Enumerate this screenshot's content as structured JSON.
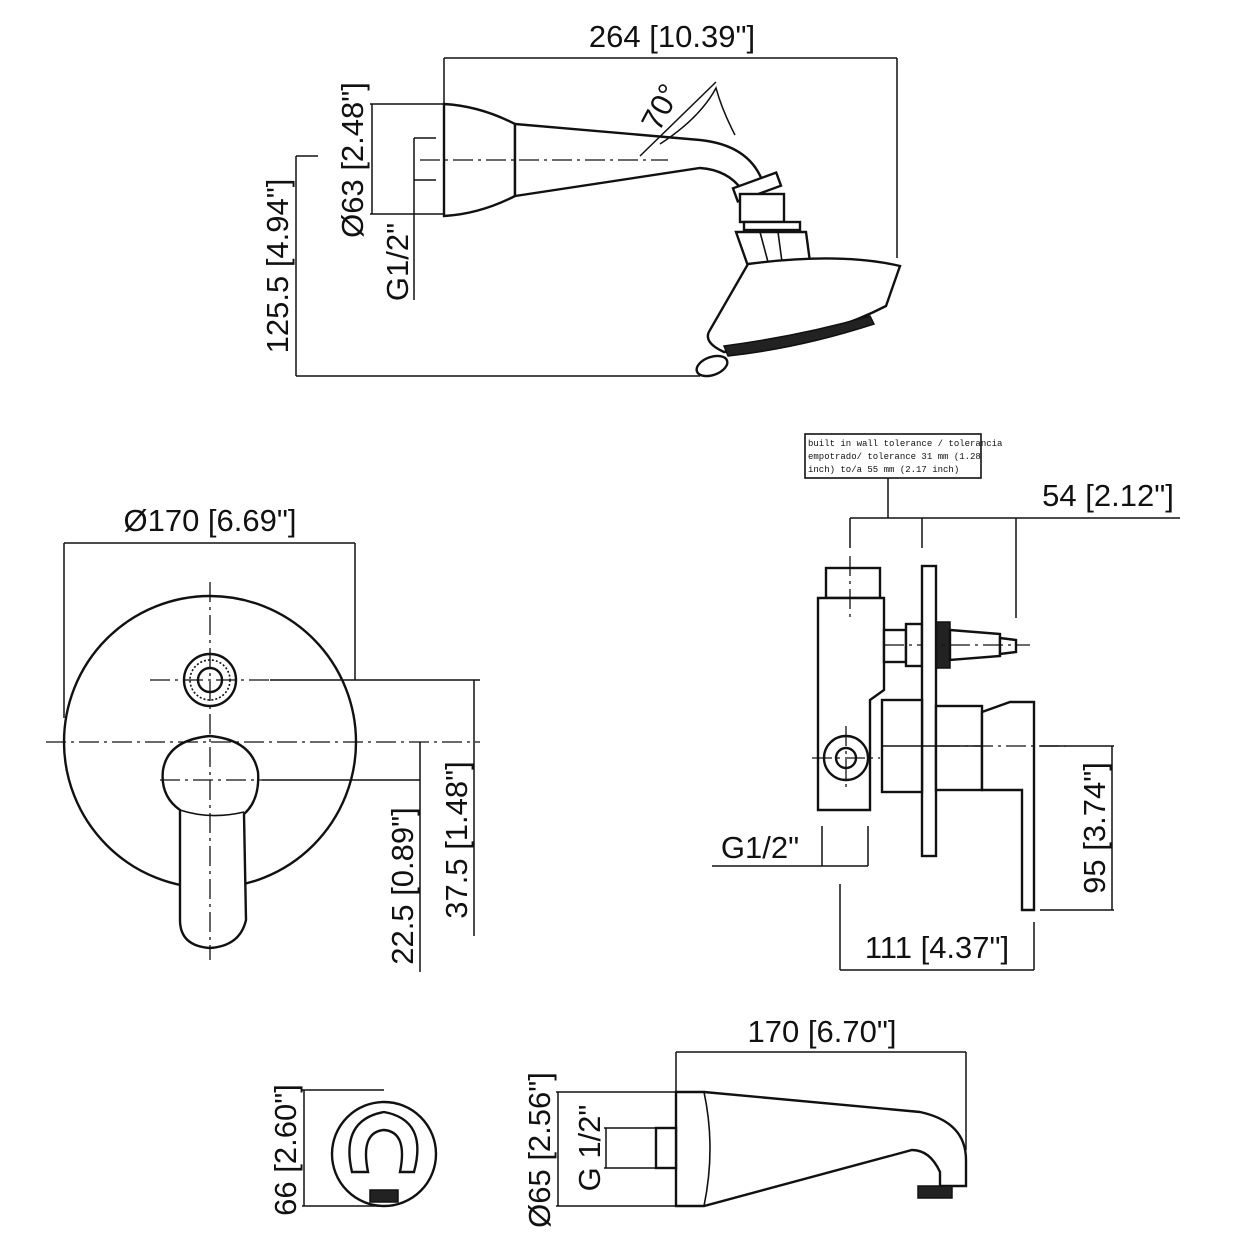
{
  "colors": {
    "ink": "#111111",
    "paper": "#ffffff"
  },
  "shower_head": {
    "width_label": "264 [10.39\"]",
    "angle_label": "70°",
    "flange_diameter_label": "Ø63 [2.48\"]",
    "thread_label": "G1/2\"",
    "height_label": "125.5 [4.94\"]"
  },
  "valve_front": {
    "plate_diameter_label": "Ø170 [6.69\"]",
    "offset_small_label": "22.5 [0.89\"]",
    "offset_large_label": "37.5 [1.48\"]"
  },
  "valve_side": {
    "note_lines": [
      "built in wall tolerance / tolerancia",
      "empotrado/ tolerance 31 mm (1.28",
      "inch) to/a 55 mm (2.17 inch)"
    ],
    "depth_label": "54 [2.12\"]",
    "thread_label": "G1/2\"",
    "length_label": "111 [4.37\"]",
    "height_label": "95 [3.74\"]"
  },
  "tub_spout": {
    "front_height_label": "66 [2.60\"]",
    "flange_diameter_label": "Ø65 [2.56\"]",
    "thread_label": "G 1/2\"",
    "length_label": "170 [6.70\"]"
  }
}
